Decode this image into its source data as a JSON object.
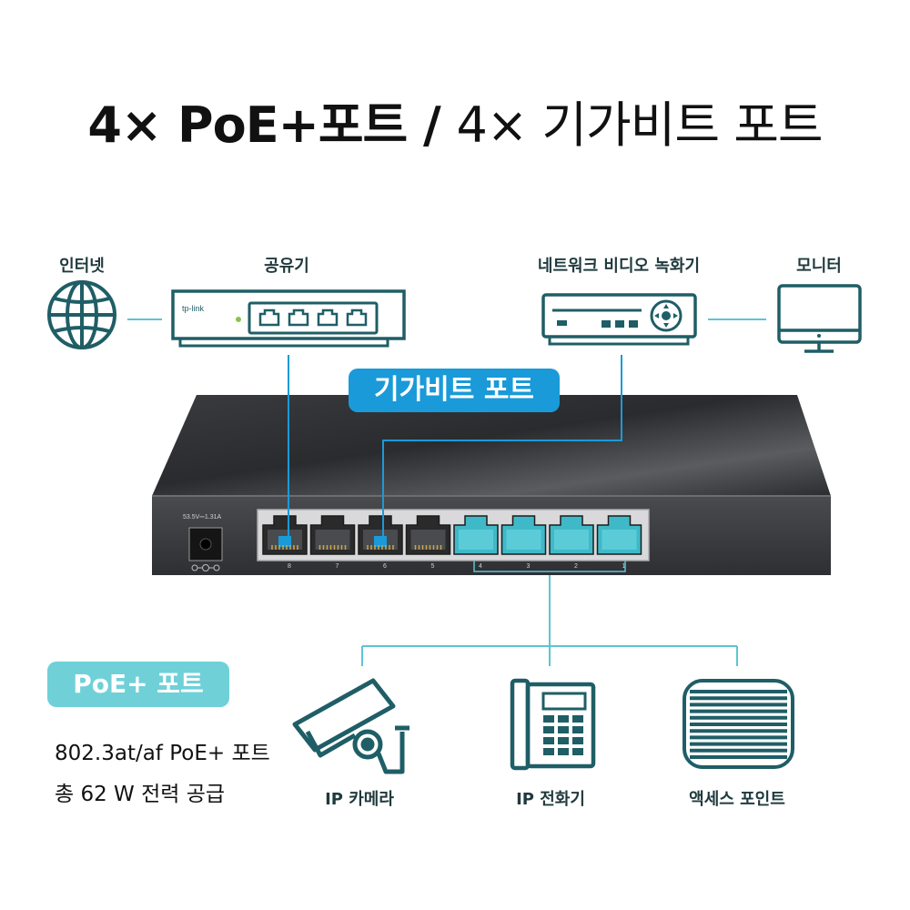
{
  "title": {
    "bold": "4× PoE+포트 / ",
    "regular": "4× 기가비트 포트"
  },
  "devices": {
    "internet": "인터넷",
    "router": "공유기",
    "nvr": "네트워크 비디오 녹화기",
    "monitor": "모니터",
    "ip_camera": "IP 카메라",
    "ip_phone": "IP 전화기",
    "access_point": "액세스 포인트"
  },
  "router_brand": "tp-link",
  "badges": {
    "gigabit_port": "기가비트 포트",
    "poe_port": "PoE+ 포트"
  },
  "features": [
    "802.3at/af PoE+ 포트",
    "총 62 W 전력 공급"
  ],
  "switch": {
    "power_rating": "53.5V⎓1.31A",
    "port_numbers": [
      "8",
      "7",
      "6",
      "5",
      "4",
      "3",
      "2",
      "1"
    ]
  },
  "colors": {
    "icon": "#1f5e66",
    "line": "#5cc4d4",
    "gigabit_accent": "#1a9ad8",
    "poe_accent": "#6fd0d8"
  }
}
